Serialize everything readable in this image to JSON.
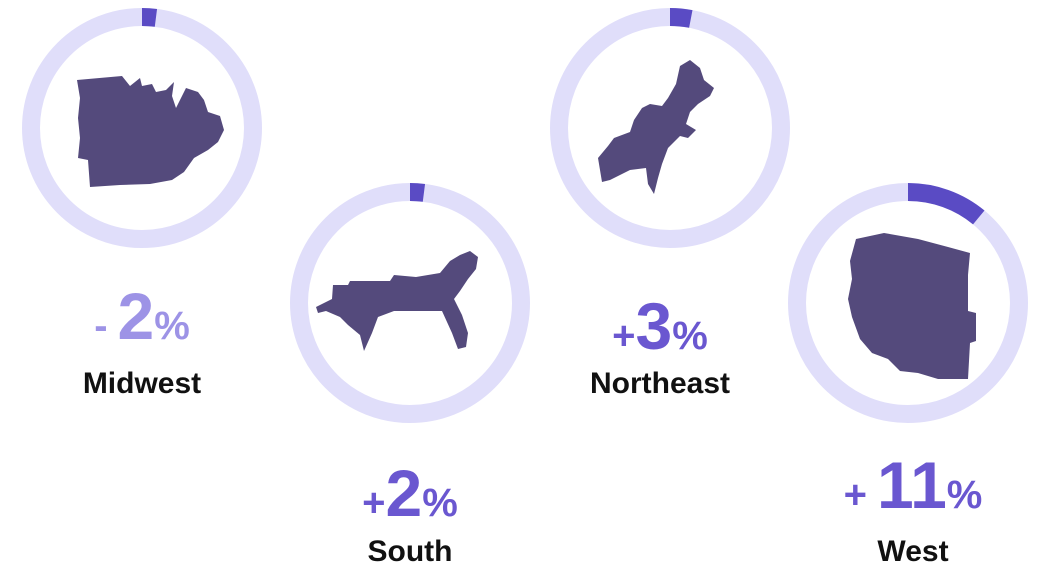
{
  "colors": {
    "track": "#e0defa",
    "arc": "#5a4bc4",
    "map": "#544a7c",
    "negative": "#9d93e6",
    "positive": "#6a57d0",
    "label": "#111111"
  },
  "chart_data": {
    "type": "donut-progress",
    "title": "",
    "unit": "%",
    "regions": [
      {
        "name": "Midwest",
        "value": -2,
        "sign": "-",
        "number": "2",
        "unit": "%",
        "map_icon": "midwest-map-icon"
      },
      {
        "name": "South",
        "value": 2,
        "sign": "+",
        "number": "2",
        "unit": "%",
        "map_icon": "south-map-icon"
      },
      {
        "name": "Northeast",
        "value": 3,
        "sign": "+",
        "number": "3",
        "unit": "%",
        "map_icon": "northeast-map-icon"
      },
      {
        "name": "West",
        "value": 11,
        "sign": "+",
        "number": "11",
        "unit": "%",
        "map_icon": "west-map-icon"
      }
    ]
  }
}
